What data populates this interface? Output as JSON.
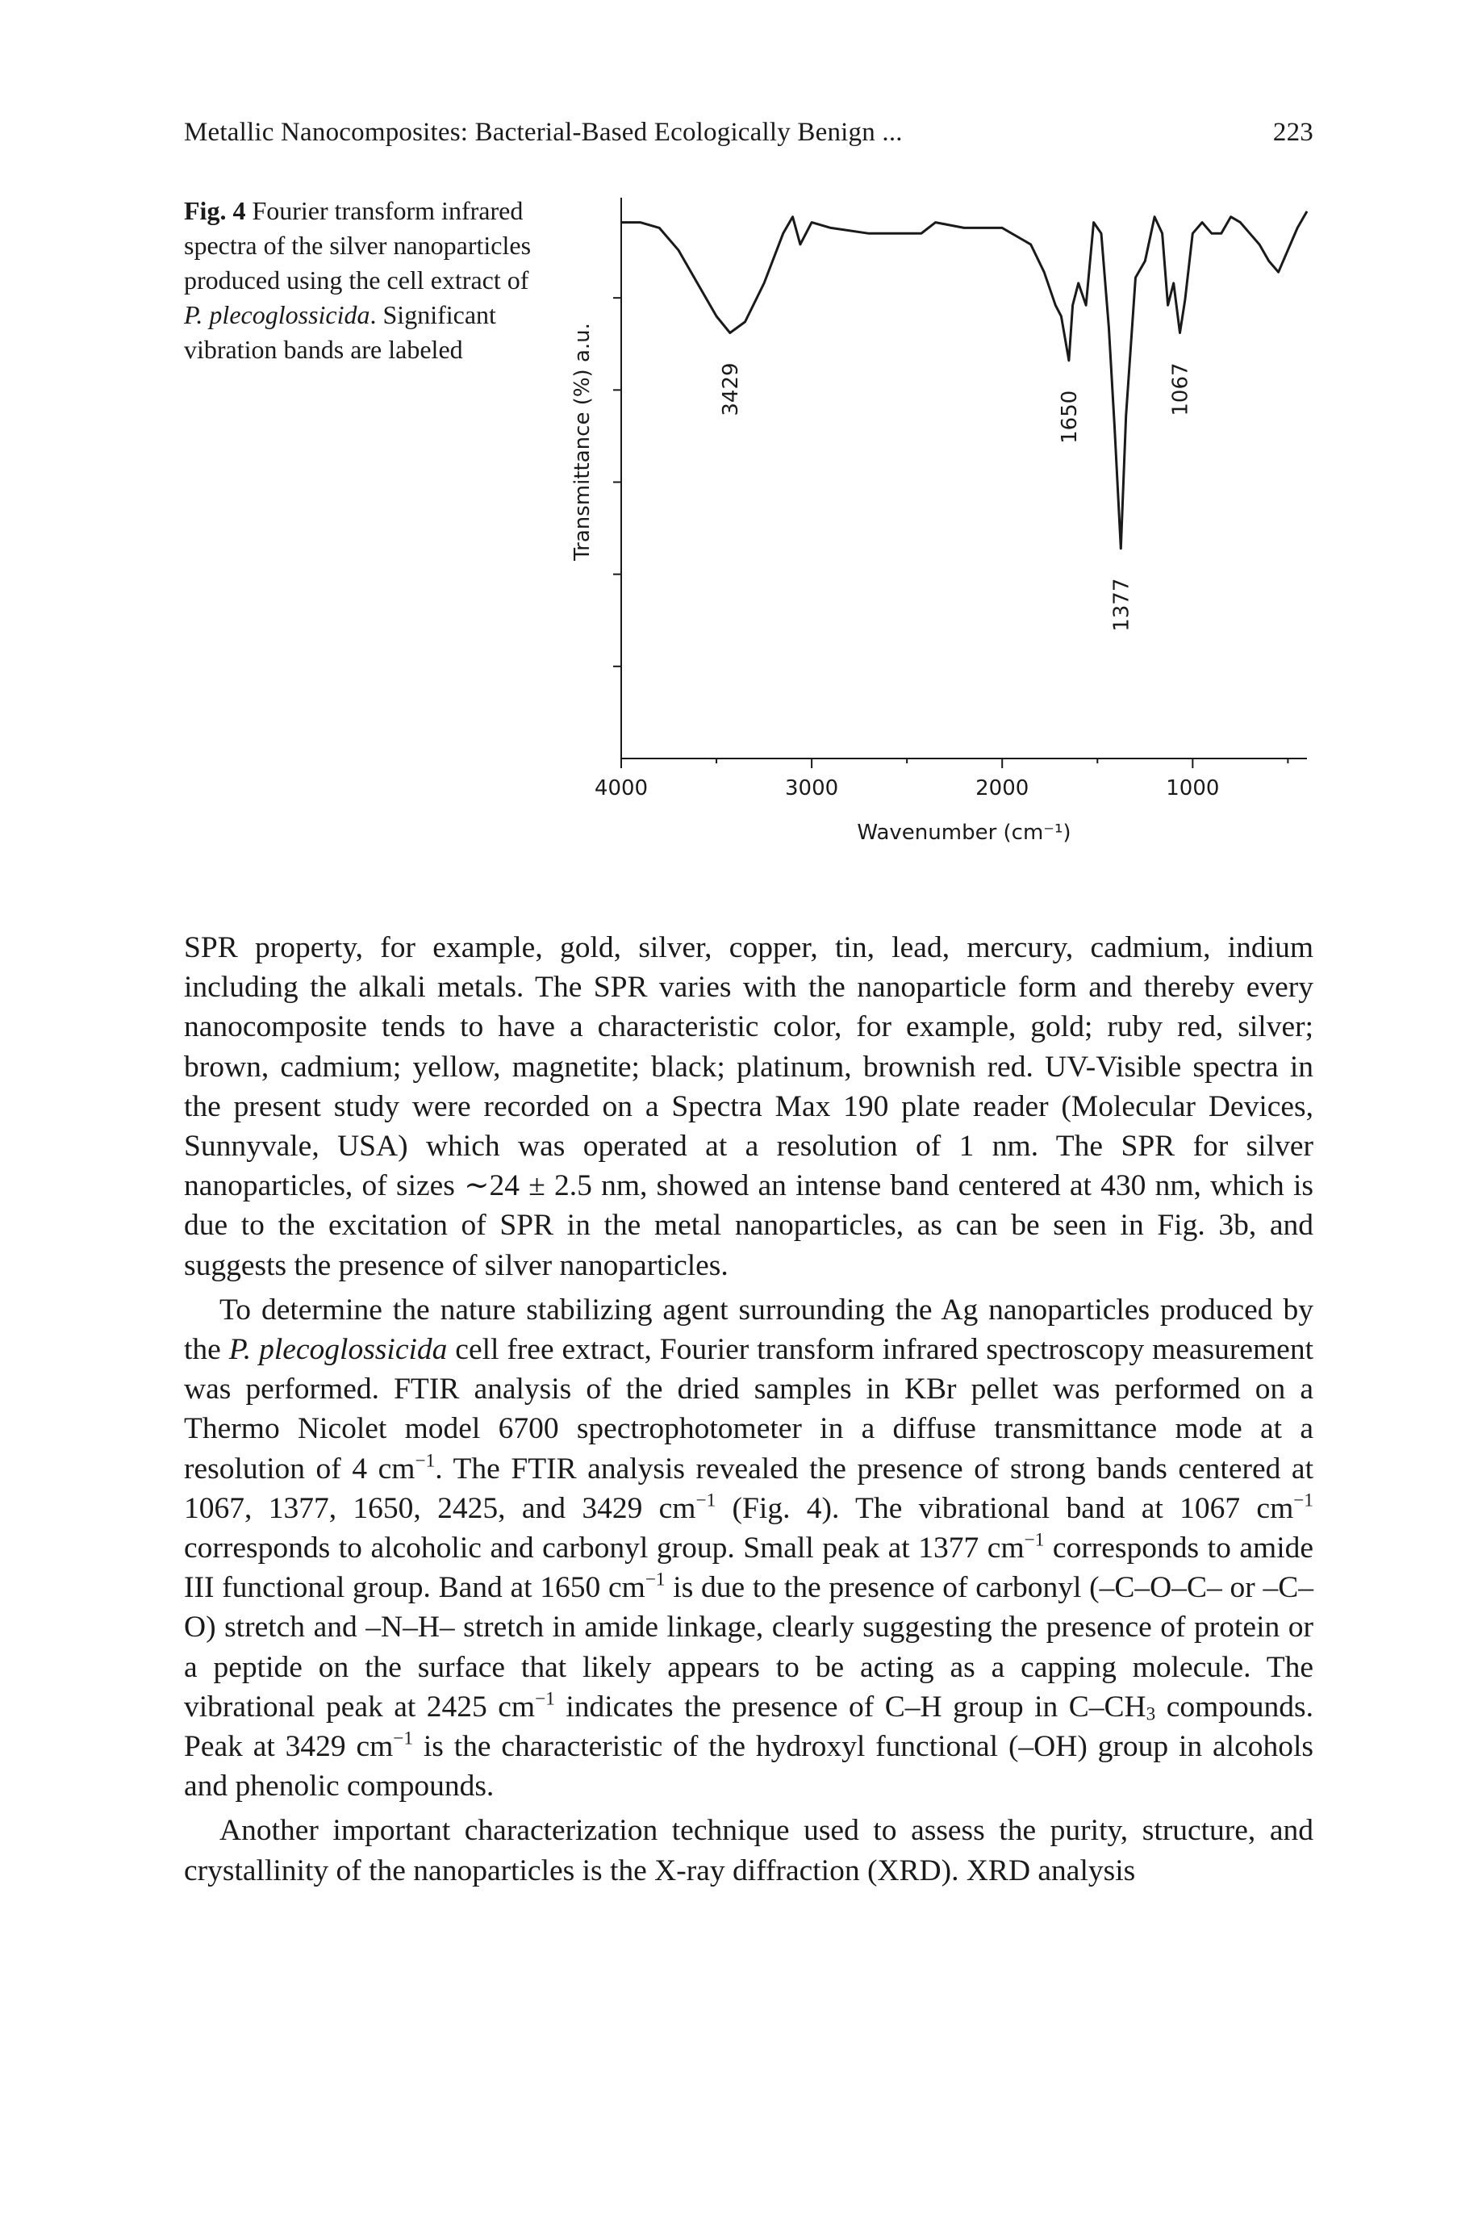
{
  "header": {
    "running_title": "Metallic Nanocomposites: Bacterial-Based Ecologically Benign ...",
    "page_number": "223"
  },
  "figure": {
    "caption_label": "Fig. 4",
    "caption_text_1": "Fourier transform infrared spectra of the silver nanoparticles produced using the cell extract of ",
    "caption_species": "P. plecoglossicida",
    "caption_text_2": ". Significant vibration bands are labeled"
  },
  "chart_data": {
    "type": "line",
    "title": "",
    "xlabel": "Wavenumber (cm⁻¹)",
    "ylabel": "Transmittance (%) a.u.",
    "xlim": [
      4000,
      400
    ],
    "x_reversed": true,
    "x_ticks": [
      "4000",
      "3000",
      "2000",
      "1000"
    ],
    "ylim": [
      0,
      100
    ],
    "grid": false,
    "series": [
      {
        "x": [
          4000,
          3900,
          3800,
          3700,
          3600,
          3500,
          3429,
          3350,
          3250,
          3150,
          3100,
          3060,
          3000,
          2900,
          2700,
          2500,
          2425,
          2350,
          2200,
          2000,
          1850,
          1780,
          1720,
          1690,
          1650,
          1630,
          1600,
          1560,
          1520,
          1480,
          1440,
          1410,
          1377,
          1350,
          1300,
          1250,
          1200,
          1160,
          1130,
          1100,
          1067,
          1040,
          1000,
          950,
          900,
          850,
          800,
          750,
          700,
          650,
          600,
          550,
          500,
          450,
          400
        ],
        "y": [
          97,
          97,
          96,
          92,
          86,
          80,
          77,
          79,
          86,
          95,
          98,
          93,
          97,
          96,
          95,
          95,
          95,
          97,
          96,
          96,
          93,
          88,
          82,
          80,
          72,
          82,
          86,
          82,
          97,
          95,
          78,
          60,
          38,
          62,
          87,
          90,
          98,
          95,
          82,
          86,
          77,
          83,
          95,
          97,
          95,
          95,
          98,
          97,
          95,
          93,
          90,
          88,
          92,
          96,
          99
        ]
      }
    ],
    "annotations": [
      {
        "x": 3429,
        "y": 77,
        "text": "3429"
      },
      {
        "x": 1650,
        "y": 72,
        "text": "1650"
      },
      {
        "x": 1377,
        "y": 38,
        "text": "1377"
      },
      {
        "x": 1067,
        "y": 77,
        "text": "1067"
      }
    ]
  },
  "body": {
    "p1_a": "SPR property, for example, gold, silver, copper, tin, lead, mercury, cadmium, indium including the alkali metals. The SPR varies with the nanoparticle form and thereby every nanocomposite tends to have a characteristic color, for example, gold; ruby red, silver; brown, cadmium; yellow, magnetite; black; platinum, brownish red. UV-Visible spectra in the present study were recorded on a Spectra Max 190 plate reader (Molecular Devices, Sunnyvale, USA) which was operated at a resolution of 1 nm. The SPR for silver nanoparticles, of sizes ∼24 ± 2.5 nm, showed an intense band centered at 430 nm, which is due to the excitation of SPR in the metal nanoparticles, as can be seen in Fig. 3b, and suggests the presence of silver nanoparticles.",
    "p2_a": "To determine the nature stabilizing agent surrounding the Ag nanoparticles produced by the ",
    "p2_species": "P. plecoglossicida",
    "p2_b": " cell free extract, Fourier transform infrared spectroscopy measurement was performed. FTIR analysis of the dried samples in KBr pellet was performed on a Thermo Nicolet model 6700 spectrophotometer in a diffuse transmittance mode at a resolution of 4 cm",
    "p2_c": ". The FTIR analysis revealed the presence of strong bands centered at 1067, 1377, 1650, 2425, and 3429 cm",
    "p2_d": " (Fig. 4). The vibrational band at 1067 cm",
    "p2_e": " corresponds to alcoholic and carbonyl group. Small peak at 1377 cm",
    "p2_f": " corresponds to amide III functional group. Band at 1650 cm",
    "p2_g": " is due to the presence of carbonyl (–C–O–C– or –C–O) stretch and –N–H– stretch in amide linkage, clearly suggesting the presence of protein or a peptide on the surface that likely appears to be acting as a capping molecule. The vibrational peak at 2425 cm",
    "p2_h": " indicates the presence of C–H group in C–CH",
    "p2_sub3": "3",
    "p2_i": " compounds. Peak at 3429 cm",
    "p2_j": " is the characteristic of the hydroxyl functional (–OH) group in alcohols and phenolic compounds.",
    "sup_minus1": "−1",
    "p3": "Another important characterization technique used to assess the purity, structure, and crystallinity of the nanoparticles is the X-ray diffraction (XRD). XRD analysis"
  }
}
